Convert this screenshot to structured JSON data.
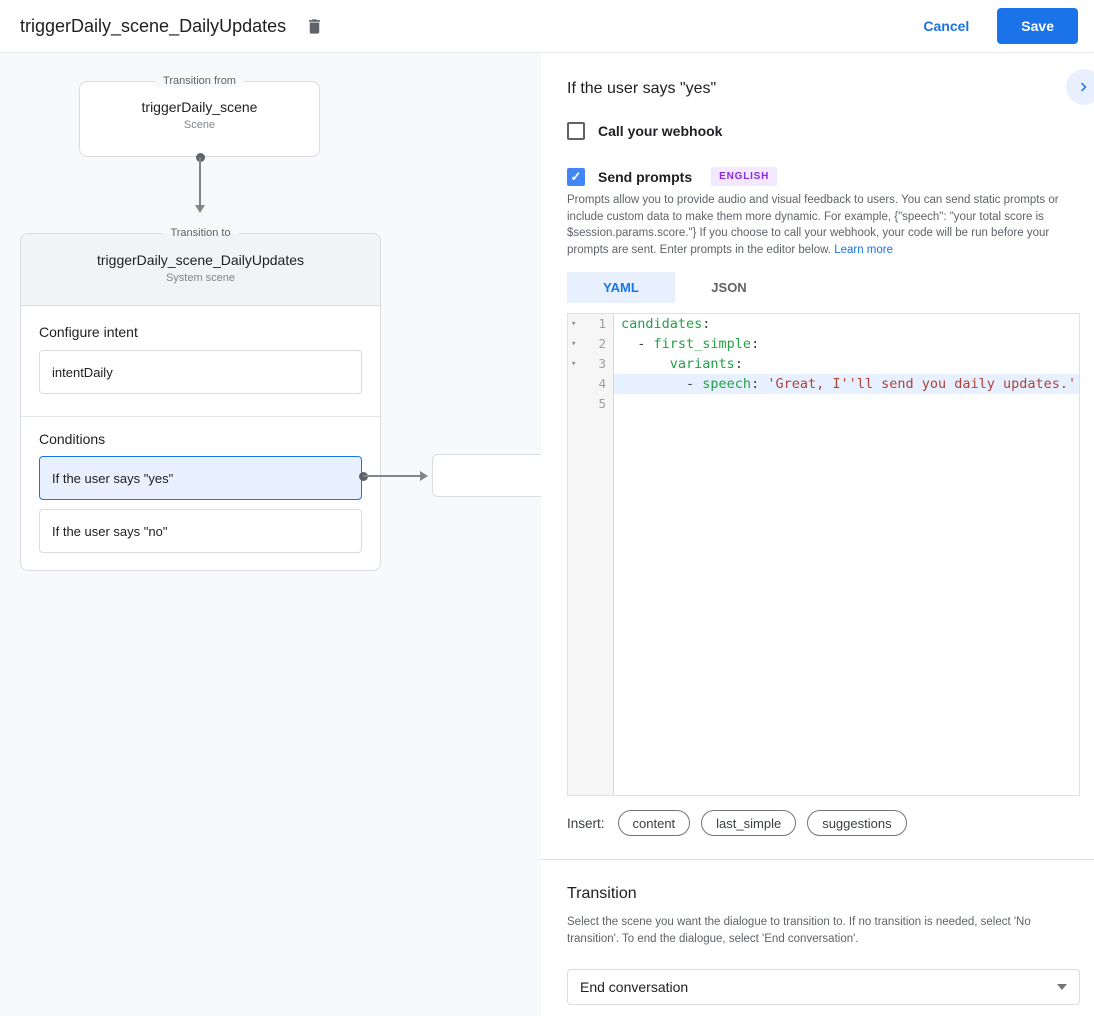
{
  "topbar": {
    "title": "triggerDaily_scene_DailyUpdates",
    "cancel_label": "Cancel",
    "save_label": "Save"
  },
  "flow": {
    "from_box": {
      "legend": "Transition from",
      "title": "triggerDaily_scene",
      "subtitle": "Scene"
    },
    "to_box": {
      "legend": "Transition to",
      "title": "triggerDaily_scene_DailyUpdates",
      "subtitle": "System scene",
      "intent_section": {
        "label": "Configure intent",
        "value": "intentDaily"
      },
      "conditions_label": "Conditions",
      "conditions": [
        {
          "label": "If the user says \"yes\"",
          "selected": true
        },
        {
          "label": "If the user says \"no\"",
          "selected": false
        }
      ]
    }
  },
  "panel": {
    "title": "If the user says \"yes\"",
    "webhook_checkbox": {
      "label": "Call your webhook",
      "checked": false
    },
    "prompts_checkbox": {
      "label": "Send prompts",
      "checked": true,
      "badge": "ENGLISH"
    },
    "description": "Prompts allow you to provide audio and visual feedback to users. You can send static prompts or include custom data to make them more dynamic. For example, {\"speech\": \"your total score is $session.params.score.\"} If you choose to call your webhook, your code will be run before your prompts are sent. Enter prompts in the editor below. ",
    "learn_more": "Learn more",
    "tabs": [
      {
        "label": "YAML",
        "active": true
      },
      {
        "label": "JSON",
        "active": false
      }
    ],
    "editor": {
      "active_line": 4,
      "lines": [
        {
          "num": 1,
          "fold": true,
          "tokens": [
            {
              "t": "key",
              "v": "candidates"
            },
            {
              "t": "punc",
              "v": ":"
            }
          ]
        },
        {
          "num": 2,
          "fold": true,
          "tokens": [
            {
              "t": "punc",
              "v": "  - "
            },
            {
              "t": "key",
              "v": "first_simple"
            },
            {
              "t": "punc",
              "v": ":"
            }
          ]
        },
        {
          "num": 3,
          "fold": true,
          "tokens": [
            {
              "t": "punc",
              "v": "      "
            },
            {
              "t": "key",
              "v": "variants"
            },
            {
              "t": "punc",
              "v": ":"
            }
          ]
        },
        {
          "num": 4,
          "fold": false,
          "tokens": [
            {
              "t": "punc",
              "v": "        - "
            },
            {
              "t": "key",
              "v": "speech"
            },
            {
              "t": "punc",
              "v": ": "
            },
            {
              "t": "str",
              "v": "'Great, I''ll send you daily updates.'"
            }
          ]
        },
        {
          "num": 5,
          "fold": false,
          "tokens": []
        }
      ]
    },
    "insert": {
      "label": "Insert:",
      "chips": [
        "content",
        "last_simple",
        "suggestions"
      ]
    },
    "transition": {
      "title": "Transition",
      "description": "Select the scene you want the dialogue to transition to. If no transition is needed, select 'No transition'. To end the dialogue, select 'End conversation'.",
      "dropdown_value": "End conversation"
    }
  },
  "colors": {
    "accent_blue": "#1a73e8",
    "selected_fill": "#e8f0fe",
    "badge_bg": "#f3e8fd",
    "badge_text": "#8a2ce2",
    "code_key_green": "#23a047",
    "code_string_red": "#b0423a"
  },
  "icons": {
    "delete": "trash-icon",
    "collapse": "chevron-right-icon",
    "fold": "triangle-down-icon",
    "dropdown": "caret-down-icon"
  }
}
